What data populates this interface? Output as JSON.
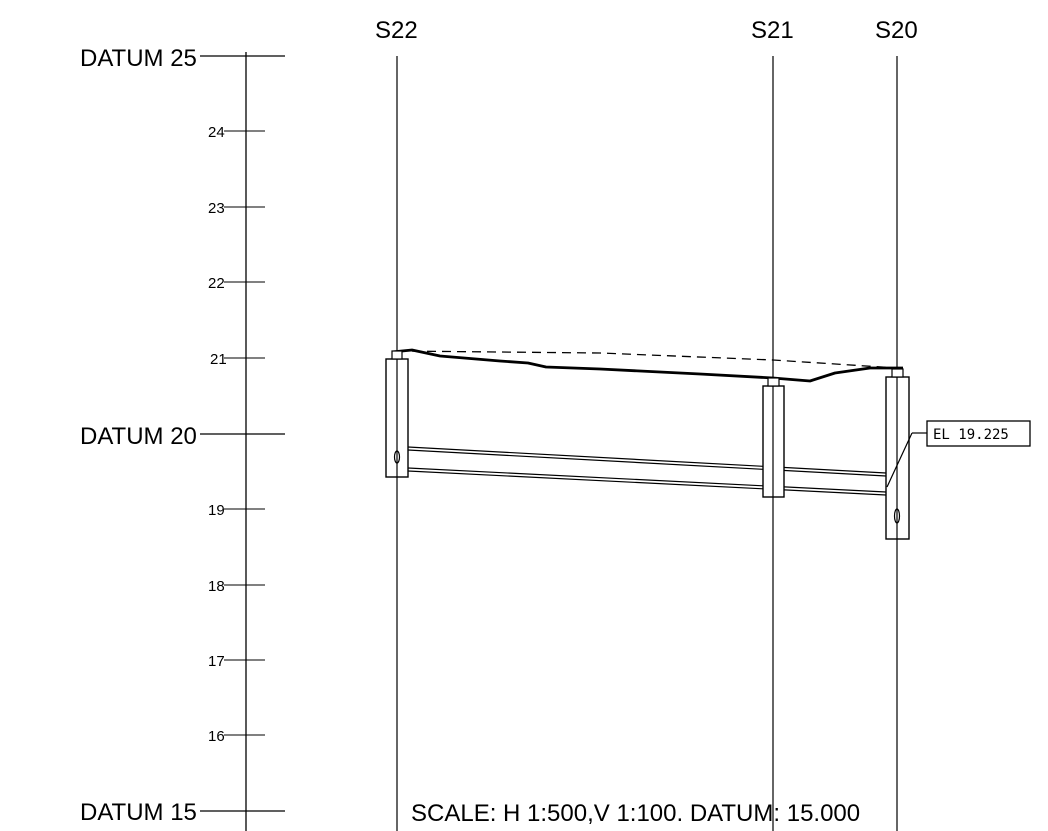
{
  "datum_labels": [
    {
      "text": "DATUM 25",
      "level": 25
    },
    {
      "text": "DATUM 20",
      "level": 20
    },
    {
      "text": "DATUM 15",
      "level": 15
    }
  ],
  "ticks": [
    {
      "text": "24",
      "level": 24
    },
    {
      "text": "23",
      "level": 23
    },
    {
      "text": "22",
      "level": 22
    },
    {
      "text": "21",
      "level": 21
    },
    {
      "text": "19",
      "level": 19
    },
    {
      "text": "18",
      "level": 18
    },
    {
      "text": "17",
      "level": 17
    },
    {
      "text": "16",
      "level": 16
    }
  ],
  "stations": [
    {
      "id": "s22",
      "label": "S22",
      "ground_level": 21.08,
      "chamber_bottom": 19.55
    },
    {
      "id": "s21",
      "label": "S21",
      "ground_level": 20.73,
      "chamber_bottom": 19.25
    },
    {
      "id": "s20",
      "label": "S20",
      "ground_level": 20.87,
      "chamber_bottom": 18.65
    }
  ],
  "elevation_label": "EL 19.225",
  "scale_note": "SCALE: H 1:500,V 1:100. DATUM: 15.000",
  "colors": {
    "ink": "#000000",
    "background": "#ffffff"
  }
}
